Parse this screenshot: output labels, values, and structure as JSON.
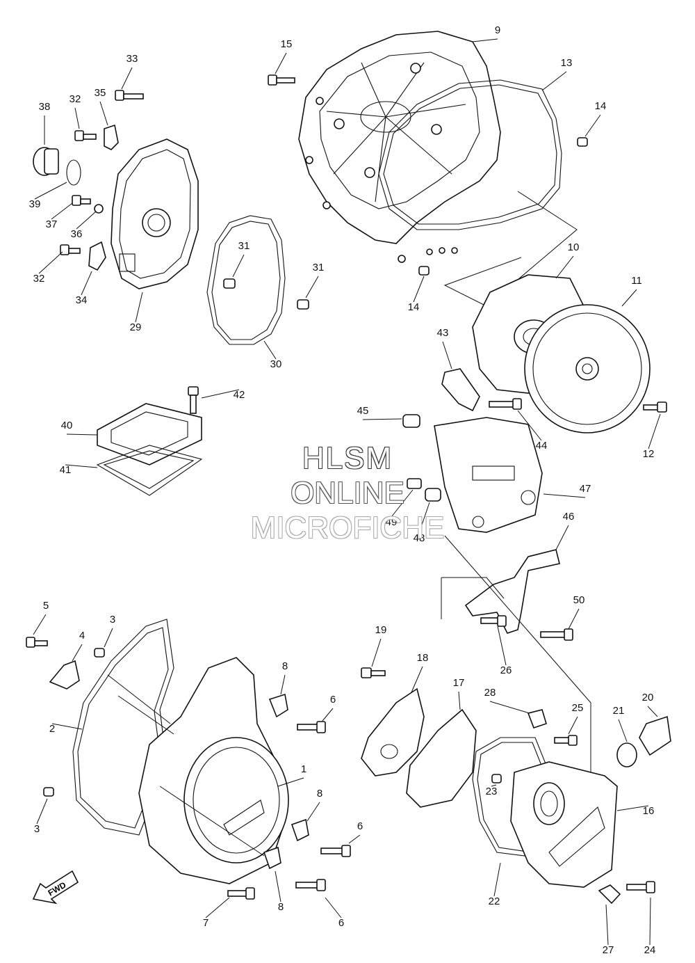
{
  "watermark": {
    "line1": "HLSM",
    "line2": "ONLINE",
    "line3": "MICROFICHE"
  },
  "fwd_label": "FWD",
  "callouts": [
    {
      "num": "1"
    },
    {
      "num": "2"
    },
    {
      "num": "3"
    },
    {
      "num": "3"
    },
    {
      "num": "4"
    },
    {
      "num": "5"
    },
    {
      "num": "6"
    },
    {
      "num": "6"
    },
    {
      "num": "6"
    },
    {
      "num": "7"
    },
    {
      "num": "8"
    },
    {
      "num": "8"
    },
    {
      "num": "8"
    },
    {
      "num": "9"
    },
    {
      "num": "10"
    },
    {
      "num": "11"
    },
    {
      "num": "12"
    },
    {
      "num": "13"
    },
    {
      "num": "14"
    },
    {
      "num": "14"
    },
    {
      "num": "15"
    },
    {
      "num": "16"
    },
    {
      "num": "17"
    },
    {
      "num": "18"
    },
    {
      "num": "19"
    },
    {
      "num": "20"
    },
    {
      "num": "21"
    },
    {
      "num": "22"
    },
    {
      "num": "23"
    },
    {
      "num": "24"
    },
    {
      "num": "25"
    },
    {
      "num": "26"
    },
    {
      "num": "27"
    },
    {
      "num": "28"
    },
    {
      "num": "29"
    },
    {
      "num": "30"
    },
    {
      "num": "31"
    },
    {
      "num": "31"
    },
    {
      "num": "32"
    },
    {
      "num": "32"
    },
    {
      "num": "33"
    },
    {
      "num": "34"
    },
    {
      "num": "35"
    },
    {
      "num": "36"
    },
    {
      "num": "37"
    },
    {
      "num": "38"
    },
    {
      "num": "39"
    },
    {
      "num": "40"
    },
    {
      "num": "41"
    },
    {
      "num": "42"
    },
    {
      "num": "43"
    },
    {
      "num": "44"
    },
    {
      "num": "45"
    },
    {
      "num": "46"
    },
    {
      "num": "47"
    },
    {
      "num": "48"
    },
    {
      "num": "49"
    },
    {
      "num": "50"
    }
  ]
}
